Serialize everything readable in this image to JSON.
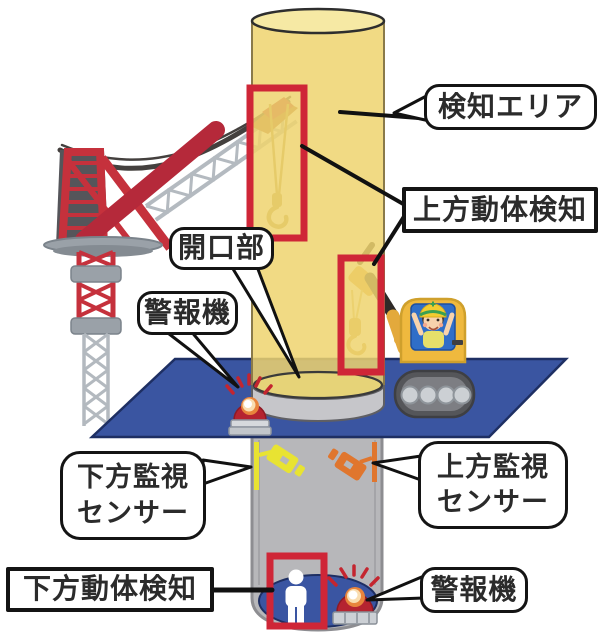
{
  "labels": {
    "detection_area": "検知エリア",
    "upper_motion_detection": "上方動体検知",
    "opening": "開口部",
    "alarm_left": "警報機",
    "lower_monitor_sensor": "下方監視\nセンサー",
    "upper_monitor_sensor": "上方監視\nセンサー",
    "lower_motion_detection": "下方動体検知",
    "alarm_right": "警報機"
  },
  "colors": {
    "detection_cylinder_yellow": "#f0dd8a",
    "floor_blue": "#3a55a1",
    "shaft_gray": "#b7b7ba",
    "highlight_frame_red": "#cf2637",
    "crane_red": "#c5313c",
    "lower_sensor_yellow": "#e8e332",
    "upper_sensor_orange": "#e0762e",
    "alarm_lamp_red": "#b52330",
    "excavator_yellow": "#efb93e"
  },
  "icons": {
    "crane": "tower-crane-icon",
    "excavator": "excavator-icon",
    "lower_camera": "cctv-camera-down-icon",
    "upper_camera": "cctv-camera-up-icon",
    "alarm": "rotating-beacon-icon",
    "worker": "person-pictogram-icon",
    "hook": "crane-hook-icon"
  }
}
